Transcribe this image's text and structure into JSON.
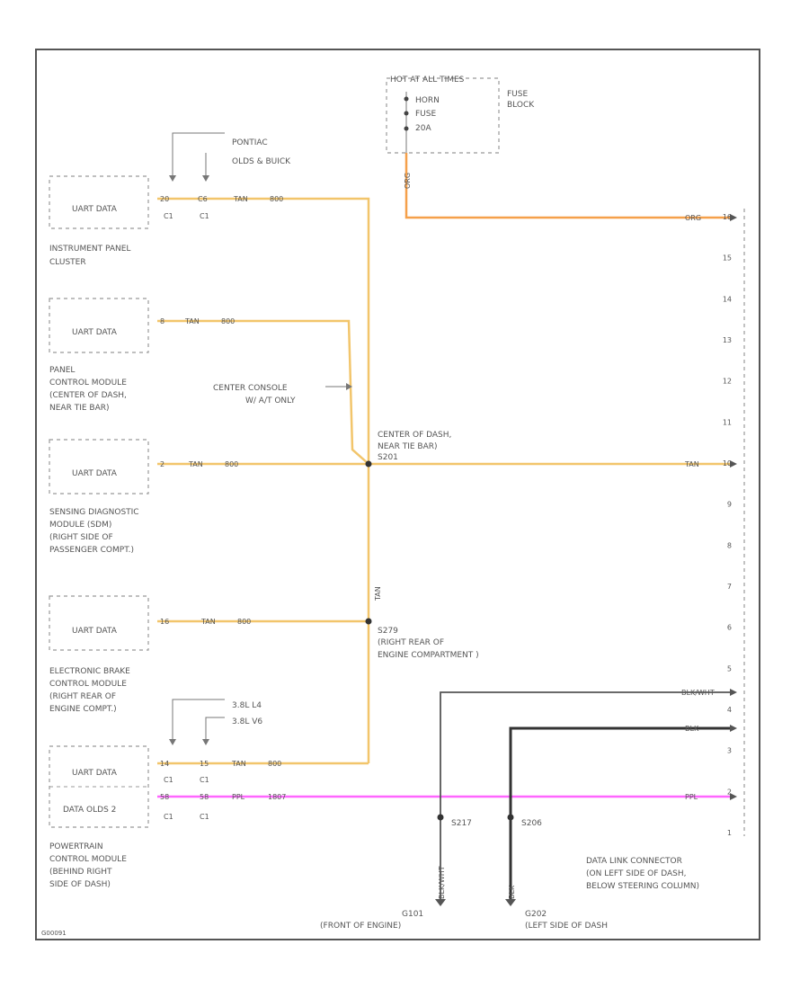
{
  "colors": {
    "tan_wire": "#f2c56b",
    "orange_wire": "#f5a04a",
    "pink_wire": "#ff66ff",
    "black_wire": "#444444",
    "border": "#555555",
    "dashed_box": "#999999"
  },
  "fuse_block": {
    "header": "HOT AT ALL TIMES",
    "fuse_name": "HORN",
    "fuse_word": "FUSE",
    "fuse_amps": "20A",
    "label_line1": "FUSE",
    "label_line2": "BLOCK",
    "wire_color": "ORG"
  },
  "top_branch": {
    "line1": "PONTIAC",
    "line2": "OLDS & BUICK"
  },
  "ipc": {
    "box_text": "UART DATA",
    "pin_a": "20",
    "pin_b": "C6",
    "conn_a": "C1",
    "conn_b": "C1",
    "wire": "TAN",
    "circuit": "800",
    "name_line1": "INSTRUMENT PANEL",
    "name_line2": "CLUSTER"
  },
  "pcm_panel": {
    "box_text": "UART DATA",
    "pin": "8",
    "wire": "TAN",
    "circuit": "800",
    "name_line1": "PANEL",
    "name_line2": "CONTROL MODULE",
    "name_line3": "(CENTER OF DASH,",
    "name_line4": "NEAR TIE BAR)"
  },
  "center_console": {
    "line1": "CENTER CONSOLE",
    "line2": "W/ A/T ONLY"
  },
  "sdm": {
    "box_text": "UART DATA",
    "pin": "2",
    "wire": "TAN",
    "circuit": "800",
    "name_line1": "SENSING DIAGNOSTIC",
    "name_line2": "MODULE (SDM)",
    "name_line3": "(RIGHT SIDE OF",
    "name_line4": "PASSENGER COMPT.)"
  },
  "splice_center": {
    "line1": "CENTER OF DASH,",
    "line2": "NEAR TIE BAR)",
    "id": "S201"
  },
  "ebcm": {
    "box_text": "UART DATA",
    "pin": "16",
    "wire": "TAN",
    "circuit": "800",
    "name_line1": "ELECTRONIC BRAKE",
    "name_line2": "CONTROL MODULE",
    "name_line3": "(RIGHT REAR OF",
    "name_line4": "ENGINE COMPT.)"
  },
  "splice_engine": {
    "id": "S279",
    "line1": "(RIGHT REAR OF",
    "line2": "ENGINE COMPARTMENT )"
  },
  "vertical_wire_label": "TAN",
  "engine_branch": {
    "line1": "3.8L L4",
    "line2": "3.8L V6"
  },
  "powertrain": {
    "box1_text": "UART DATA",
    "box2_text": "DATA OLDS 2",
    "pin1_a": "14",
    "pin1_b": "15",
    "conn1_a": "C1",
    "conn1_b": "C1",
    "wire1": "TAN",
    "circuit1": "800",
    "pin2_a": "58",
    "pin2_b": "58",
    "conn2_a": "C1",
    "conn2_b": "C1",
    "wire2": "PPL",
    "circuit2": "1807",
    "name_line1": "POWERTRAIN",
    "name_line2": "CONTROL MODULE",
    "name_line3": "(BEHIND RIGHT",
    "name_line4": "SIDE OF DASH)"
  },
  "dlc": {
    "pins": [
      "16",
      "15",
      "14",
      "13",
      "12",
      "11",
      "10",
      "9",
      "8",
      "7",
      "6",
      "5",
      "4",
      "3",
      "2",
      "1"
    ],
    "wire_orange": "ORG",
    "wire_tan": "TAN",
    "wire_blkwht": "BLK/WHT",
    "wire_blk": "BLK",
    "wire_ppl": "PPL",
    "name_line1": "DATA LINK CONNECTOR",
    "name_line2": "(ON LEFT SIDE OF DASH,",
    "name_line3": "BELOW STEERING COLUMN)"
  },
  "ground_left": {
    "splice": "S217",
    "wire": "BLK/WHT",
    "id": "G101",
    "location": "(FRONT OF ENGINE)"
  },
  "ground_right": {
    "splice": "S206",
    "wire": "BLK",
    "id": "G202",
    "location": "(LEFT SIDE OF DASH"
  },
  "footer_id": "G00091"
}
